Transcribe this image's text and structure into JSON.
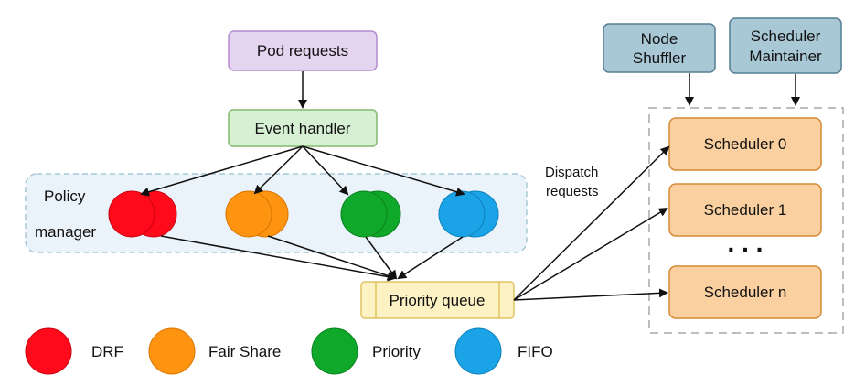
{
  "nodes": {
    "pod_requests": "Pod requests",
    "event_handler": "Event handler",
    "policy_manager_line1": "Policy",
    "policy_manager_line2": "manager",
    "priority_queue": "Priority queue",
    "dispatch_line1": "Dispatch",
    "dispatch_line2": "requests",
    "node_shuffler_line1": "Node",
    "node_shuffler_line2": "Shuffler",
    "scheduler_maintainer_line1": "Scheduler",
    "scheduler_maintainer_line2": "Maintainer",
    "ellipsis": ". . .",
    "schedulers": [
      "Scheduler 0",
      "Scheduler 1",
      "Scheduler n"
    ]
  },
  "legend": [
    {
      "label": "DRF",
      "color": "#ff0a1a"
    },
    {
      "label": "Fair Share",
      "color": "#ff9410"
    },
    {
      "label": "Priority",
      "color": "#10a82a"
    },
    {
      "label": "FIFO",
      "color": "#1aa3e6"
    }
  ],
  "colors": {
    "pod_fill": "#e4d4f0",
    "pod_stroke": "#b28ccc",
    "event_fill": "#d6f0d3",
    "event_stroke": "#82b96e",
    "queue_fill": "#fdf2c4",
    "queue_stroke": "#e0c460",
    "sched_fill": "#fbd0a0",
    "sched_stroke": "#d58a35",
    "blue_fill": "#a9c8d6",
    "blue_stroke": "#547e93"
  }
}
